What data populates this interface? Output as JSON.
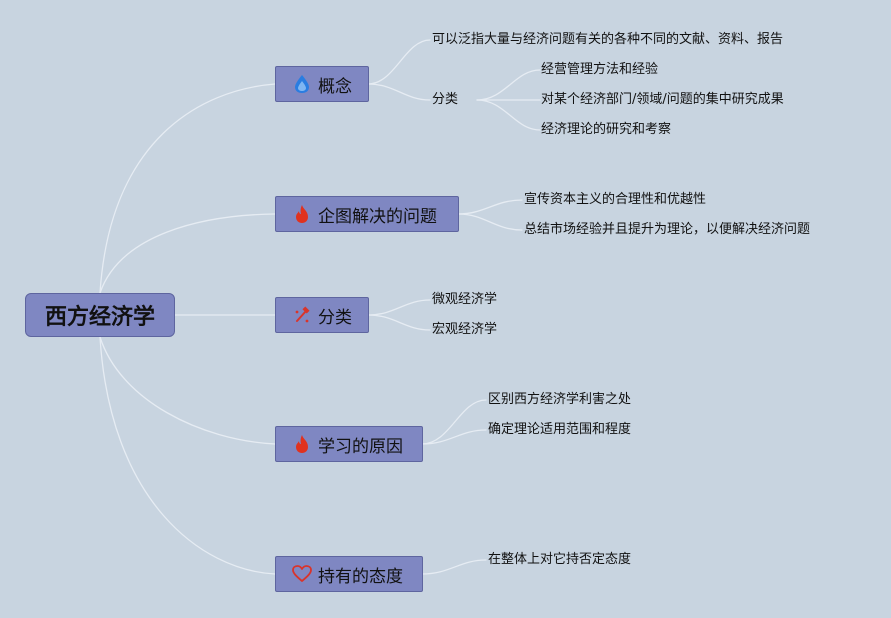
{
  "root": {
    "label": "西方经济学"
  },
  "branches": [
    {
      "label": "概念",
      "icon": "water-drop-icon",
      "items": [
        "可以泛指大量与经济问题有关的各种不同的文献、资料、报告",
        "分类"
      ],
      "sub": [
        "经营管理方法和经验",
        "对某个经济部门/领域/问题的集中研究成果",
        "经济理论的研究和考察"
      ]
    },
    {
      "label": "企图解决的问题",
      "icon": "fire-icon",
      "items": [
        "宣传资本主义的合理性和优越性",
        "总结市场经验并且提升为理论，以便解决经济问题"
      ]
    },
    {
      "label": "分类",
      "icon": "hammer-icon",
      "items": [
        "微观经济学",
        "宏观经济学"
      ]
    },
    {
      "label": "学习的原因",
      "icon": "fire-icon",
      "items": [
        "区别西方经济学利害之处",
        "确定理论适用范围和程度"
      ]
    },
    {
      "label": "持有的态度",
      "icon": "heart-icon",
      "items": [
        "在整体上对它持否定态度"
      ]
    }
  ],
  "colors": {
    "background": "#c8d4e0",
    "node_fill": "#7f87c2",
    "link": "#e6ecf3",
    "water_drop": "#2a7de1",
    "fire": "#e0321f",
    "hammer": "#d9342b",
    "heart": "#d9342b"
  }
}
